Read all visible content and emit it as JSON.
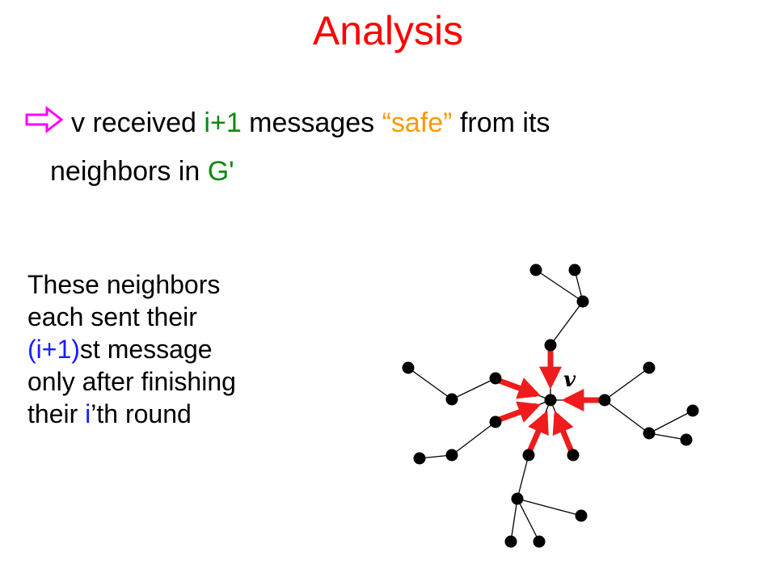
{
  "slide": {
    "title": "Analysis",
    "bullet": {
      "prefix": "v received ",
      "count": "i+1",
      "middle": " messages ",
      "safe": "“safe”",
      "suffix": " from its",
      "line2_prefix": "neighbors in ",
      "graph_name": "G'"
    },
    "side_text": {
      "line1": "These neighbors",
      "line2": "each sent their",
      "line3_highlight": "(i+1)",
      "line3_rest": "st message",
      "line4": "only after finishing",
      "line5_prefix": "their ",
      "line5_highlight": "i",
      "line5_rest": "’th round"
    },
    "node_label": "v"
  },
  "colors": {
    "title": "#ff0000",
    "bullet_arrow": "#ff00ff",
    "highlight_blue": "#1c1cff",
    "highlight_green": "#0a8a0a",
    "highlight_orange": "#ff9900",
    "message_arrow": "#ee1c1c"
  },
  "icons": {
    "bullet": "hollow-right-arrow-icon"
  }
}
